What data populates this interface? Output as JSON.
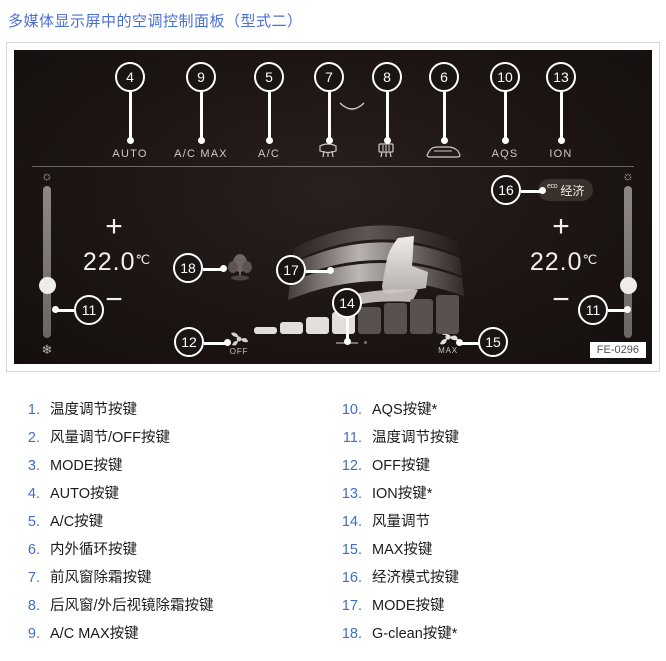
{
  "title": "多媒体显示屏中的空调控制面板（型式二）",
  "figure": {
    "ref_code": "FE-0296",
    "top_buttons": [
      {
        "callout": "4",
        "label": "AUTO",
        "icon": "text"
      },
      {
        "callout": "9",
        "label": "A/C MAX",
        "icon": "text"
      },
      {
        "callout": "5",
        "label": "A/C",
        "icon": "text"
      },
      {
        "callout": "7",
        "label": "",
        "icon": "front-defrost-icon"
      },
      {
        "callout": "8",
        "label": "",
        "icon": "rear-defrost-icon"
      },
      {
        "callout": "6",
        "label": "",
        "icon": "air-recirculation-icon"
      },
      {
        "callout": "10",
        "label": "AQS",
        "icon": "text"
      },
      {
        "callout": "13",
        "label": "ION",
        "icon": "text"
      }
    ],
    "eco_badge": {
      "callout": "16",
      "eco_label": "eco",
      "label": "经济"
    },
    "left_zone": {
      "callout": "11",
      "temperature": "22.0",
      "unit": "℃",
      "plus": "+",
      "minus": "−",
      "sun_icon": "sun-icon",
      "snow_icon": "snowflake-icon"
    },
    "right_zone": {
      "callout": "11",
      "temperature": "22.0",
      "unit": "℃",
      "plus": "+",
      "minus": "−",
      "sun_icon": "sun-icon",
      "snow_icon": "snowflake-icon"
    },
    "mode_graphic": {
      "callout": "17",
      "icon": "seat-airflow-icon"
    },
    "g_clean": {
      "callout": "18",
      "icon": "plant-icon"
    },
    "fan_off": {
      "callout": "12",
      "label": "OFF",
      "icon": "fan-off-icon"
    },
    "fan_max": {
      "callout": "15",
      "label": "MAX",
      "icon": "fan-max-icon"
    },
    "fan_level": {
      "callout": "14",
      "active_steps": 4,
      "total_steps": 8
    }
  },
  "legend": {
    "left": [
      {
        "num": "1.",
        "text": "温度调节按键"
      },
      {
        "num": "2.",
        "text": "风量调节/OFF按键"
      },
      {
        "num": "3.",
        "text": "MODE按键"
      },
      {
        "num": "4.",
        "text": "AUTO按键"
      },
      {
        "num": "5.",
        "text": "A/C按键"
      },
      {
        "num": "6.",
        "text": "内外循环按键"
      },
      {
        "num": "7.",
        "text": "前风窗除霜按键"
      },
      {
        "num": "8.",
        "text": "后风窗/外后视镜除霜按键"
      },
      {
        "num": "9.",
        "text": "A/C MAX按键"
      }
    ],
    "right": [
      {
        "num": "10.",
        "text": "AQS按键*"
      },
      {
        "num": "11.",
        "text": "温度调节按键"
      },
      {
        "num": "12.",
        "text": "OFF按键"
      },
      {
        "num": "13.",
        "text": "ION按键*"
      },
      {
        "num": "14.",
        "text": "风量调节"
      },
      {
        "num": "15.",
        "text": "MAX按键"
      },
      {
        "num": "16.",
        "text": "经济模式按键"
      },
      {
        "num": "17.",
        "text": "MODE按键"
      },
      {
        "num": "18.",
        "text": "G-clean按键*"
      }
    ]
  },
  "colors": {
    "title_blue": "#4a6fd4",
    "legend_blue": "#3f6fc4",
    "panel_bg": "#1d1513"
  }
}
